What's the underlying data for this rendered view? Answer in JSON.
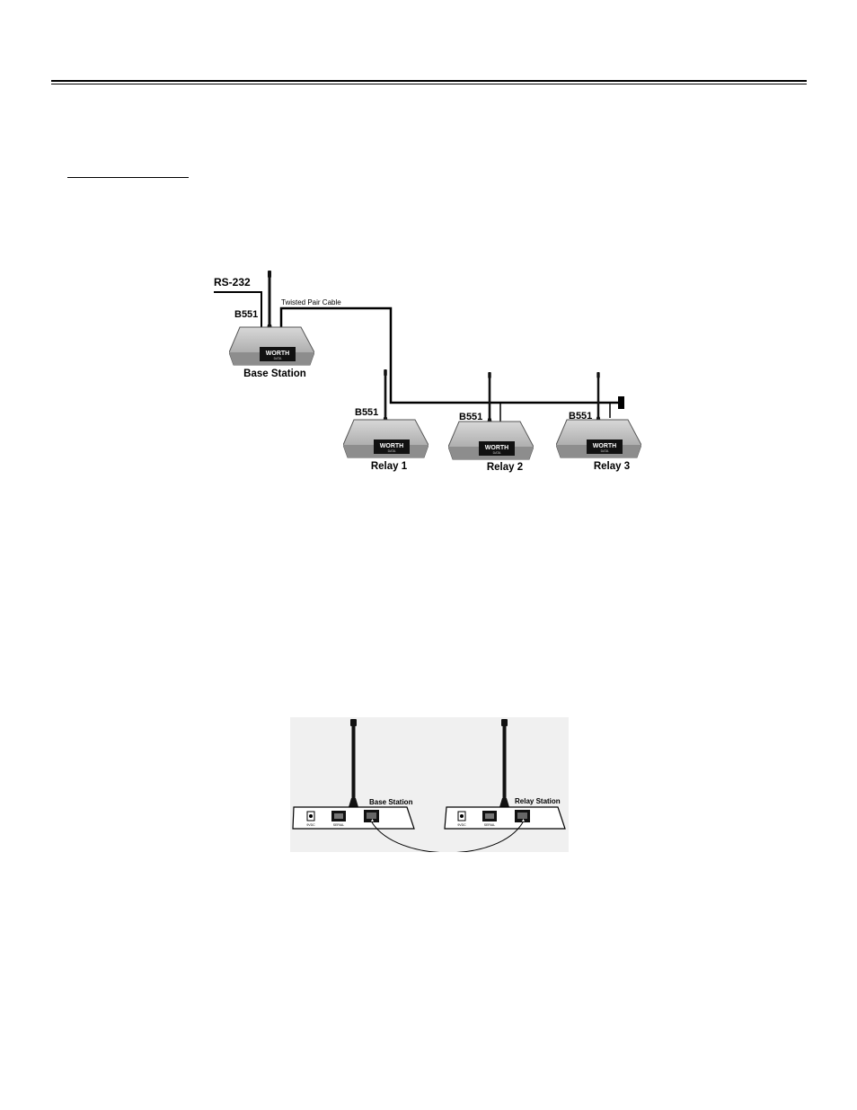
{
  "figure1": {
    "interface_label": "RS-232",
    "cable_label": "Twisted Pair Cable",
    "model_label": "B551",
    "brand_text": "WORTH",
    "stations": [
      {
        "label": "Base Station"
      },
      {
        "label": "Relay 1"
      },
      {
        "label": "Relay 2"
      },
      {
        "label": "Relay 3"
      }
    ]
  },
  "figure2": {
    "panels": [
      {
        "title": "Base Station",
        "power_label": "9VDC",
        "serial_label": "SERIAL"
      },
      {
        "title": "Relay Station",
        "power_label": "9VDC",
        "serial_label": "SERIAL"
      }
    ]
  },
  "colors": {
    "device_body": "#bdbdbd",
    "device_face": "#7a7a7a",
    "panel_bg": "#f0f0f0"
  }
}
